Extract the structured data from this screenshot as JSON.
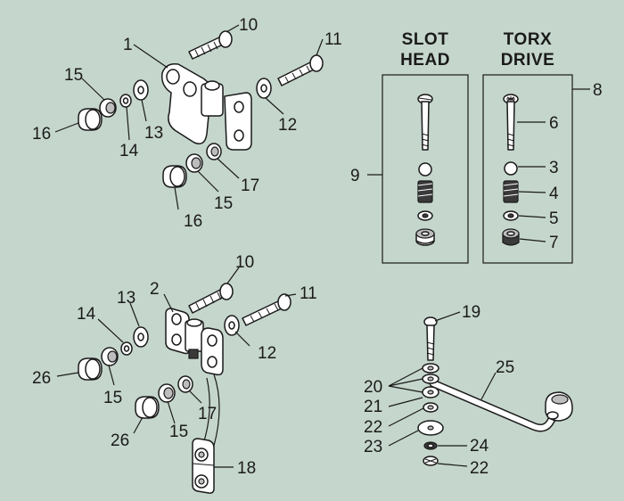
{
  "headers": {
    "slot_head": [
      "SLOT",
      "HEAD"
    ],
    "torx_drive": [
      "TORX",
      "DRIVE"
    ]
  },
  "callouts": {
    "top": {
      "c1": "1",
      "c10": "10",
      "c11": "11",
      "c12": "12",
      "c13": "13",
      "c14": "14",
      "c15a": "15",
      "c15b": "15",
      "c16a": "16",
      "c16b": "16",
      "c17": "17"
    },
    "kits": {
      "c3": "3",
      "c4": "4",
      "c5": "5",
      "c6": "6",
      "c7": "7",
      "c8": "8",
      "c9": "9"
    },
    "bottom": {
      "c2": "2",
      "c10": "10",
      "c11": "11",
      "c12": "12",
      "c13": "13",
      "c14": "14",
      "c15a": "15",
      "c15b": "15",
      "c17": "17",
      "c18": "18",
      "c26a": "26",
      "c26b": "26"
    },
    "stay": {
      "c19": "19",
      "c20": "20",
      "c21": "21",
      "c22a": "22",
      "c22b": "22",
      "c23": "23",
      "c24": "24",
      "c25": "25"
    }
  },
  "colors": {
    "background": "#c5d6cc",
    "ink": "#1a1a1a",
    "part_fill": "#ffffff"
  }
}
